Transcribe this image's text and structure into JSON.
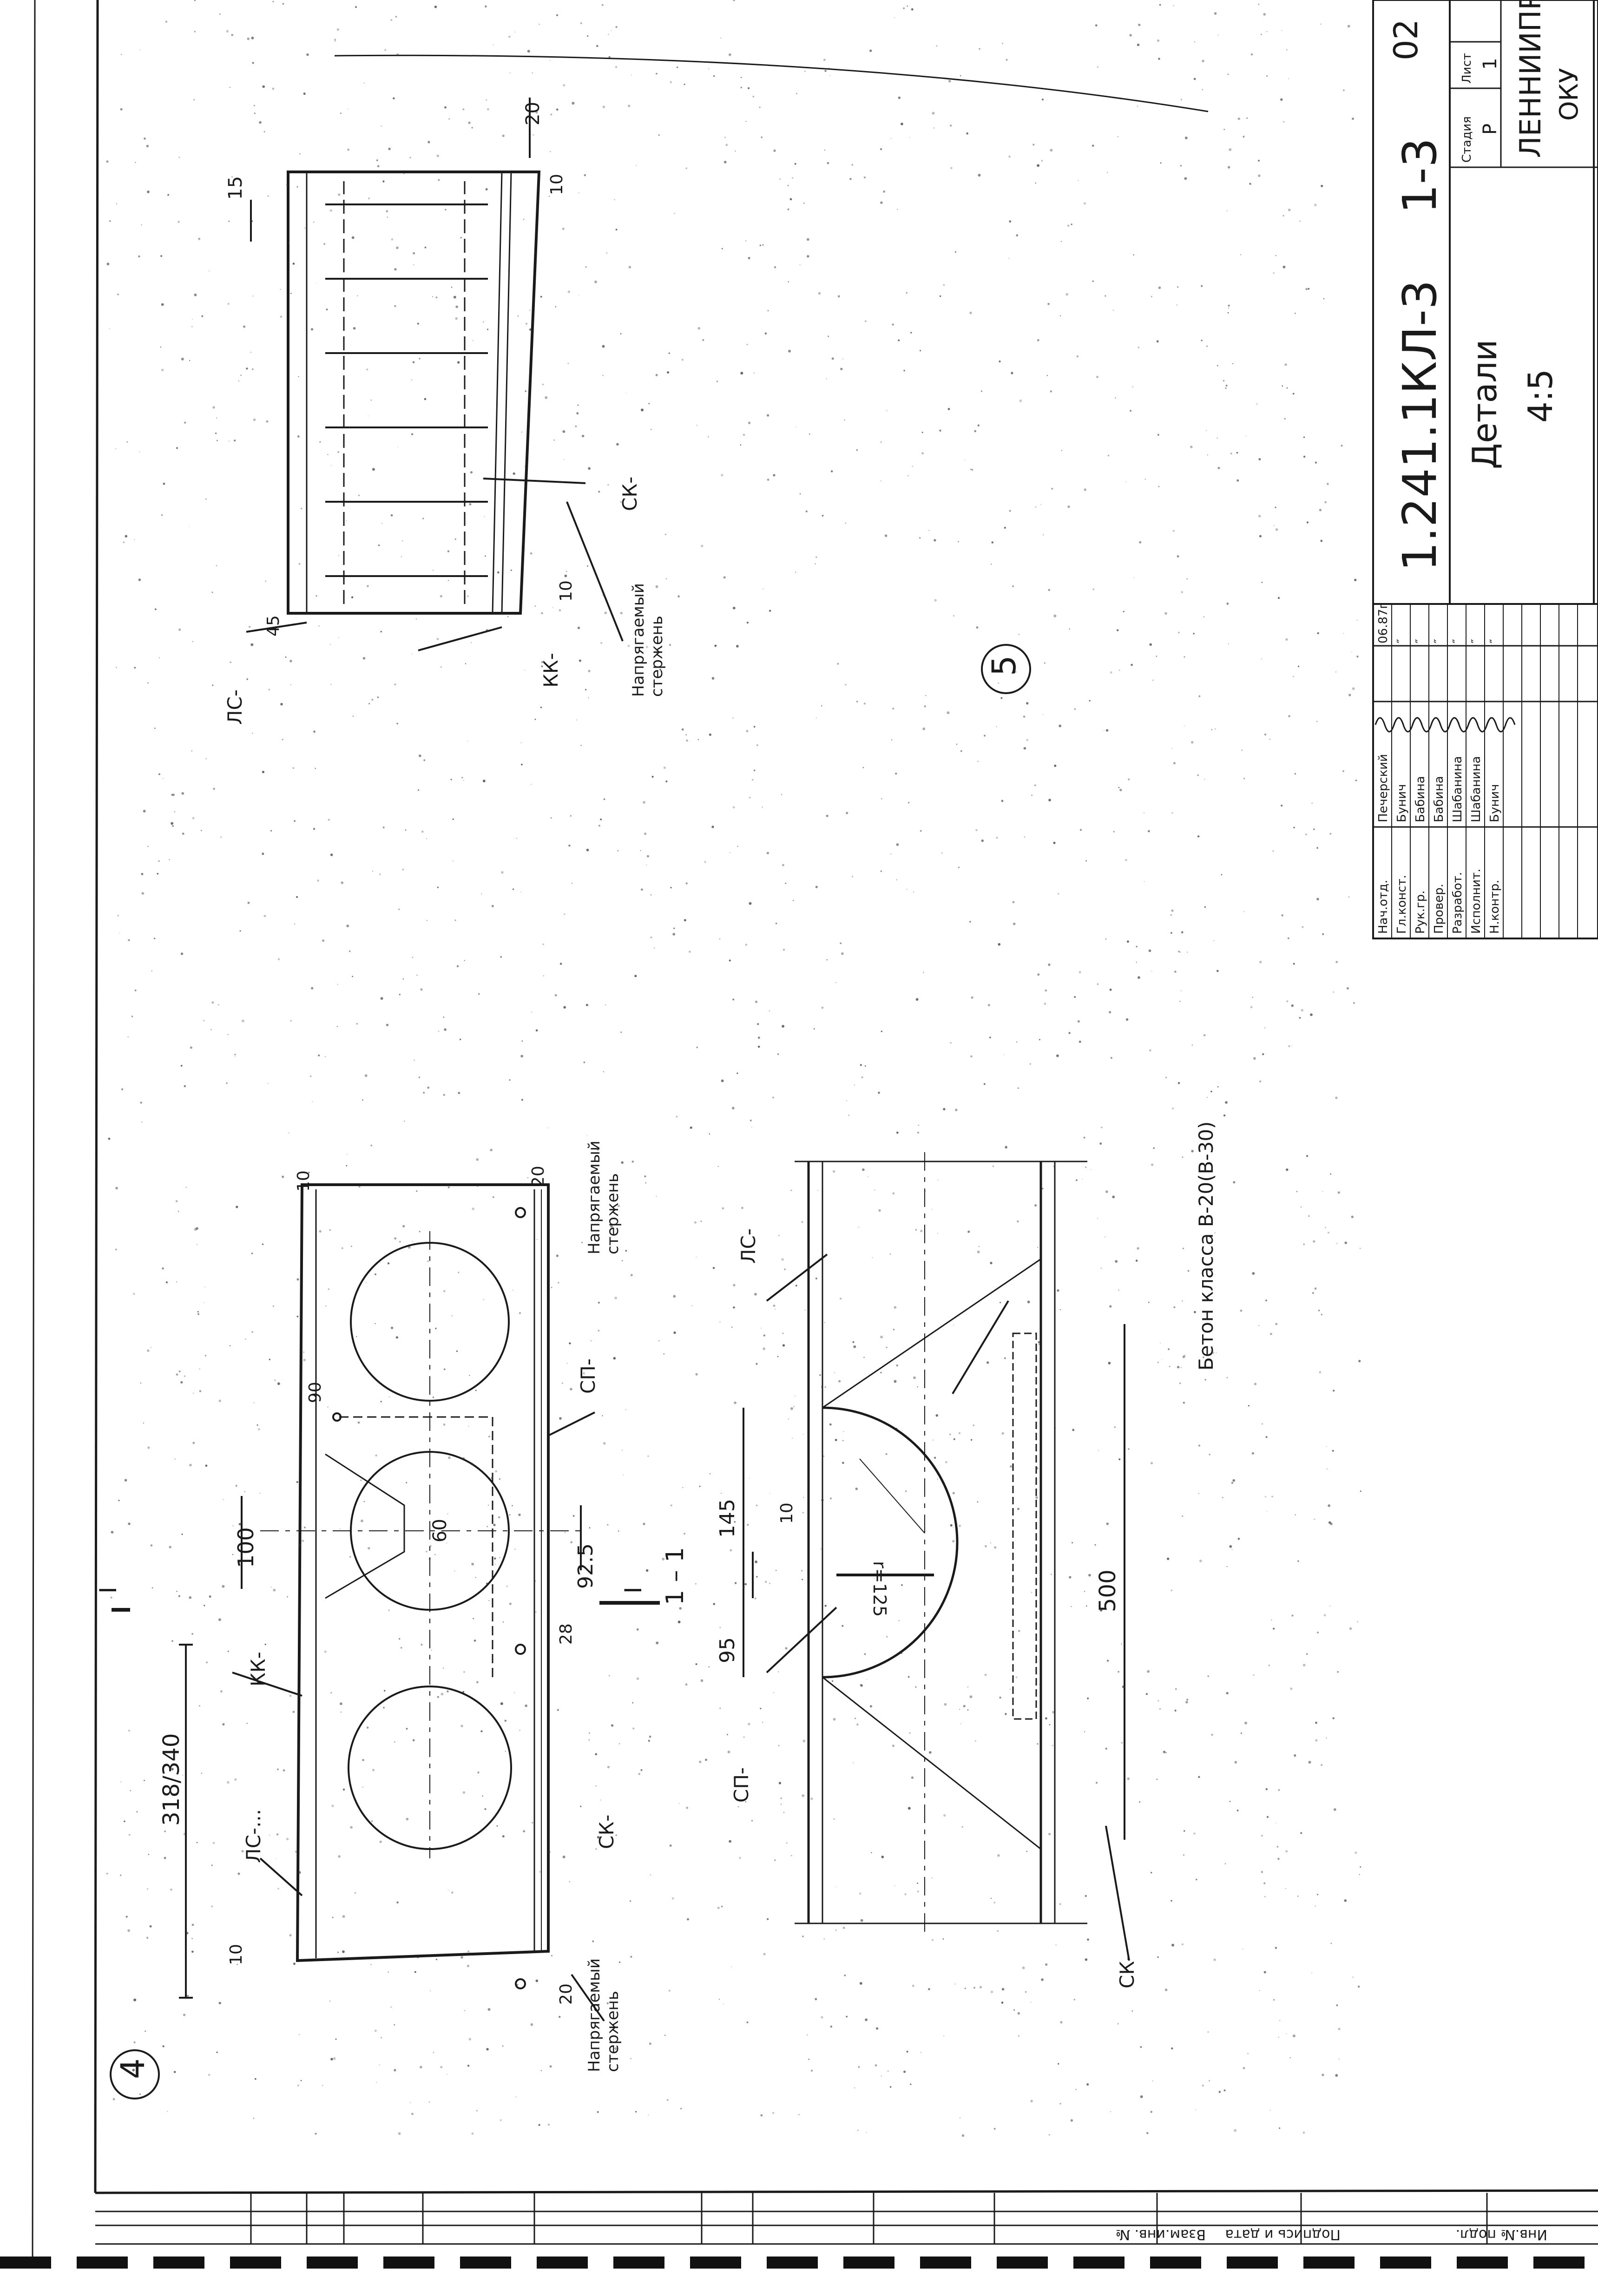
{
  "detail4": {
    "number": "4",
    "dims": {
      "overall": "318/340",
      "d100": "100",
      "d60": "60",
      "d92_5": "92.5",
      "d28": "28",
      "d10a": "10",
      "d10b": "10",
      "d20a": "20",
      "d20b": "20",
      "d90": "90"
    },
    "callouts": {
      "kk": "КК-",
      "ls": "ЛС-...",
      "sk": "СК-",
      "sp": "СП-",
      "rod_top_1": "Напрягаемый",
      "rod_top_2": "стержень",
      "rod_bot_1": "Напрягаемый",
      "rod_bot_2": "стержень"
    },
    "section_mark": "I"
  },
  "section11": {
    "title": "1 – 1",
    "dims": {
      "d95": "95",
      "d145": "145",
      "d500": "500",
      "d10": "10",
      "r": "r=125"
    },
    "callouts": {
      "sp": "СП-",
      "ls": "ЛС-",
      "sk": "СК-",
      "concrete": "Бетон класса В-20(В-30)"
    }
  },
  "detail5": {
    "number": "5",
    "dims": {
      "d15": "15",
      "d20": "20",
      "d10a": "10",
      "d10b": "10",
      "d45": "45"
    },
    "callouts": {
      "ls": "ЛС-",
      "kk": "КК-",
      "sk": "СК-",
      "rod_1": "Напрягаемый",
      "rod_2": "стержень"
    }
  },
  "titleblock": {
    "code": "1.241.1КЛ-3",
    "issue": "1-3",
    "sheet_suffix": "02",
    "title": "Детали",
    "scale": "4:5",
    "stage_h": "Стадия",
    "sheet_h": "Лист",
    "stage": "Р",
    "sheet": "1",
    "org_1": "ЛЕННИИПРО",
    "org_2": "ОКУ",
    "rows": [
      {
        "role": "Нач.отд.",
        "name": "Печерский",
        "date": "06.87г"
      },
      {
        "role": "Гл.конст.",
        "name": "Бунич",
        "date": "″"
      },
      {
        "role": "Рук.гр.",
        "name": "Бабина",
        "date": "″"
      },
      {
        "role": "Провер.",
        "name": "Бабина",
        "date": "″"
      },
      {
        "role": "Разработ.",
        "name": "Шабанина",
        "date": "″"
      },
      {
        "role": "Исполнит.",
        "name": "Шабанина",
        "date": "″"
      },
      {
        "role": "Н.контр.",
        "name": "Бунич",
        "date": "″"
      }
    ]
  },
  "sidebar": {
    "vzam": "Взам.инв. №",
    "sign": "Подпись и дата",
    "inv": "Инв.№ подл."
  }
}
